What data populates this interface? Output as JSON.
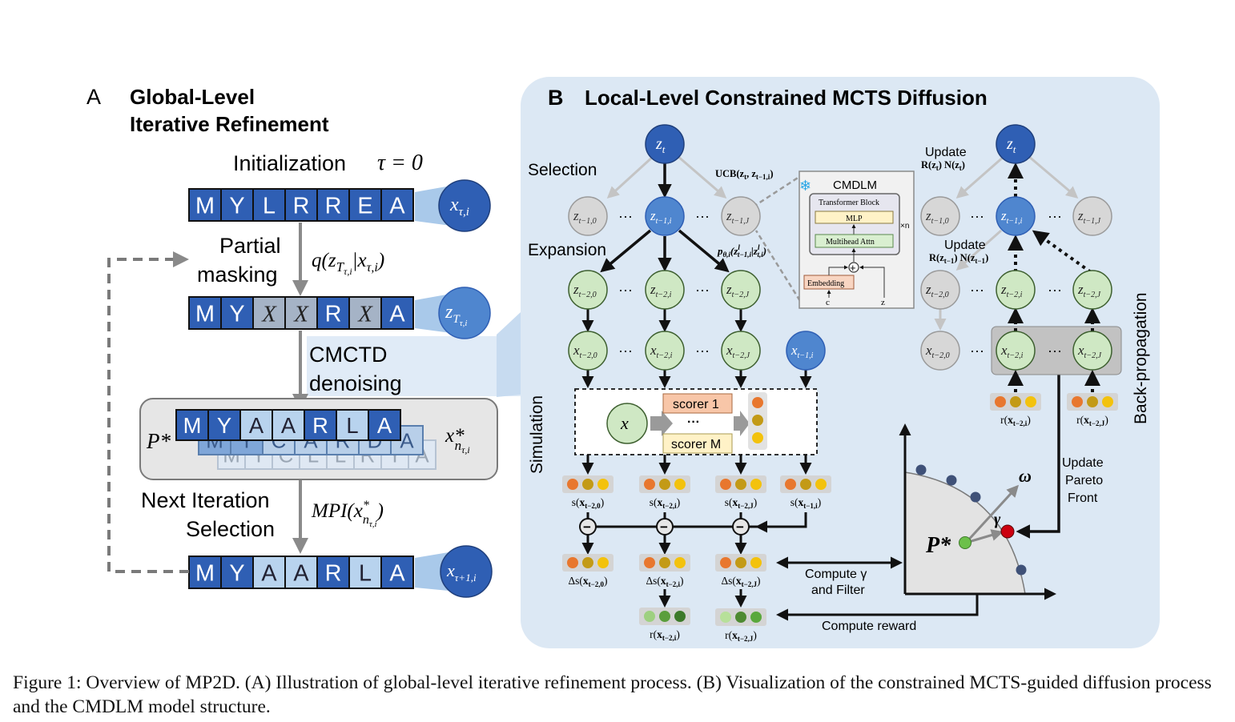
{
  "panel_a": {
    "letter": "A",
    "title_1": "Global-Level",
    "title_2": "Iterative Refinement",
    "init_label": "Initialization",
    "tau_eq": "τ = 0",
    "seq_init": [
      "M",
      "Y",
      "L",
      "R",
      "R",
      "E",
      "A"
    ],
    "node_x": "x",
    "node_x_sub": "τ,i",
    "partial_1": "Partial",
    "partial_2": "masking",
    "q_formula": "q(z",
    "q_formula_sub": "T",
    "q_formula_subsub": "τ,i",
    "q_formula_tail": "|x",
    "q_formula_tail_sub": "τ,i",
    "q_close": ")",
    "seq_masked": [
      "M",
      "Y",
      "X",
      "X",
      "R",
      "X",
      "A"
    ],
    "node_z": "z",
    "node_z_sub": "T",
    "node_z_subsub": "τ,i",
    "cmctd_1": "CMCTD",
    "cmctd_2": "denoising",
    "pstar": "P*",
    "seq_front": [
      "M",
      "Y",
      "A",
      "A",
      "R",
      "L",
      "A"
    ],
    "seq_mid": [
      "M",
      "Y",
      "C",
      "A",
      "R",
      "D",
      "A"
    ],
    "seq_back": [
      "M",
      "Y",
      "C",
      "L",
      "L",
      "R",
      "Y",
      "A"
    ],
    "xn_label": "x*",
    "xn_sub": "n",
    "xn_subsub": "τ,i",
    "next_1": "Next Iteration",
    "next_2": "Selection",
    "mpi": "MPI(x",
    "mpi_sup": "*",
    "mpi_sub": "n",
    "mpi_subsub": "τ,i",
    "mpi_close": ")",
    "seq_final": [
      "M",
      "Y",
      "A",
      "A",
      "R",
      "L",
      "A"
    ],
    "node_next": "x",
    "node_next_sub": "τ+1,i"
  },
  "panel_b": {
    "letter": "B",
    "title": "Local-Level Constrained MCTS Diffusion",
    "selection": "Selection",
    "expansion": "Expansion",
    "simulation": "Simulation",
    "backprop": "Back-propagation",
    "ucb": "UCB(z",
    "ucb_sub1": "t",
    "ucb_mid": ", z",
    "ucb_sub2": "t−1,i",
    "ucb_close": ")",
    "p_theta": "p",
    "p_theta_sub": "θ,i",
    "p_theta_body": "(z",
    "p_theta_sup": "l",
    "p_theta_sub2": "t−1,i",
    "p_theta_bar": "|z",
    "p_theta_sup3": "l",
    "p_theta_sub3": "t,i",
    "p_theta_close": ")",
    "node_zt": "z",
    "node_zt_sub": "t",
    "level1": [
      {
        "base": "z",
        "sub": "t−1,0"
      },
      {
        "base": "z",
        "sub": "t−1,i"
      },
      {
        "base": "z",
        "sub": "t−1,J"
      }
    ],
    "level2": [
      {
        "base": "z",
        "sub": "t−2,0"
      },
      {
        "base": "z",
        "sub": "t−2,i"
      },
      {
        "base": "z",
        "sub": "t−2,J"
      }
    ],
    "level3": [
      {
        "base": "x",
        "sub": "t−2,0"
      },
      {
        "base": "x",
        "sub": "t−2,i"
      },
      {
        "base": "x",
        "sub": "t−2,J"
      },
      {
        "base": "x",
        "sub": "t−1,i"
      }
    ],
    "dots": "···",
    "cmdlm": {
      "title": "CMDLM",
      "transformer": "Transformer Block",
      "mlp": "MLP",
      "attn": "Multihead Attn",
      "xn": "×n",
      "embedding": "Embedding",
      "c": "c",
      "z": "z",
      "plus": "+"
    },
    "sim_x": "x",
    "scorer_1": "scorer 1",
    "scorer_dots": "···",
    "scorer_m": "scorer M",
    "s_labels": [
      {
        "pre": "s(",
        "bold": "x",
        "sub": "t−2,0",
        "post": ")"
      },
      {
        "pre": "s(",
        "bold": "x",
        "sub": "t−2,i",
        "post": ")"
      },
      {
        "pre": "s(",
        "bold": "x",
        "sub": "t−2,J",
        "post": ")"
      },
      {
        "pre": "s(",
        "bold": "x",
        "sub": "t−1,i",
        "post": ")"
      }
    ],
    "ds_labels": [
      {
        "pre": "Δs(",
        "bold": "x",
        "sub": "t−2,0",
        "post": ")"
      },
      {
        "pre": "Δs(",
        "bold": "x",
        "sub": "t−2,i",
        "post": ")"
      },
      {
        "pre": "Δs(",
        "bold": "x",
        "sub": "t−2,J",
        "post": ")"
      }
    ],
    "r_labels_bottom": [
      {
        "pre": "r(",
        "bold": "x",
        "sub": "t−2,i",
        "post": ")"
      },
      {
        "pre": "r(",
        "bold": "x",
        "sub": "t−2,J",
        "post": ")"
      }
    ],
    "compute_gamma_1": "Compute γ",
    "compute_gamma_2": "and Filter",
    "compute_reward": "Compute reward",
    "update_top": "Update",
    "update_top_r": "R(z",
    "update_top_r_sub": "t",
    "update_top_n": ") N(z",
    "update_top_n_sub": "t",
    "update_top_close": ")",
    "update_mid": "Update",
    "update_mid_r": "R(z",
    "update_mid_r_sub": "t−1",
    "update_mid_n": ") N(z",
    "update_mid_n_sub": "t−1",
    "update_mid_close": ")",
    "right_level1": [
      {
        "base": "z",
        "sub": "t−1,0"
      },
      {
        "base": "z",
        "sub": "t−1,i"
      },
      {
        "base": "z",
        "sub": "t−1,J"
      }
    ],
    "right_level2": [
      {
        "base": "z",
        "sub": "t−2,0"
      },
      {
        "base": "z",
        "sub": "t−2,i"
      },
      {
        "base": "z",
        "sub": "t−2,J"
      }
    ],
    "right_level3": [
      {
        "base": "x",
        "sub": "t−2,0"
      },
      {
        "base": "x",
        "sub": "t−2,i"
      },
      {
        "base": "x",
        "sub": "t−2,J"
      }
    ],
    "r_labels_right": [
      {
        "pre": "r(",
        "bold": "x",
        "sub": "t−2,i",
        "post": ")"
      },
      {
        "pre": "r(",
        "bold": "x",
        "sub": "t−2,J",
        "post": ")"
      }
    ],
    "update_pareto_1": "Update",
    "update_pareto_2": "Pareto",
    "update_pareto_3": "Front",
    "omega": "ω",
    "gamma": "γ",
    "pstar": "P*",
    "minus": "−"
  },
  "caption": "Figure 1: Overview of MP2D. (A) Illustration of global-level iterative refinement process. (B) Visualization of the constrained MCTS-guided diffusion process and the CMDLM model structure.",
  "colors": {
    "dark_blue": "#2f5fb4",
    "mid_blue": "#4f86cf",
    "light_blue": "#a9c9ea",
    "panel_bg": "#dce8f4",
    "green_node": "#cfe8c4",
    "grey_node": "#d7d7d7",
    "orange": "#e8772e",
    "olive": "#c39a16",
    "yellow": "#f3c20c",
    "red": "#cc0010",
    "pstar_green": "#6cc04a"
  }
}
